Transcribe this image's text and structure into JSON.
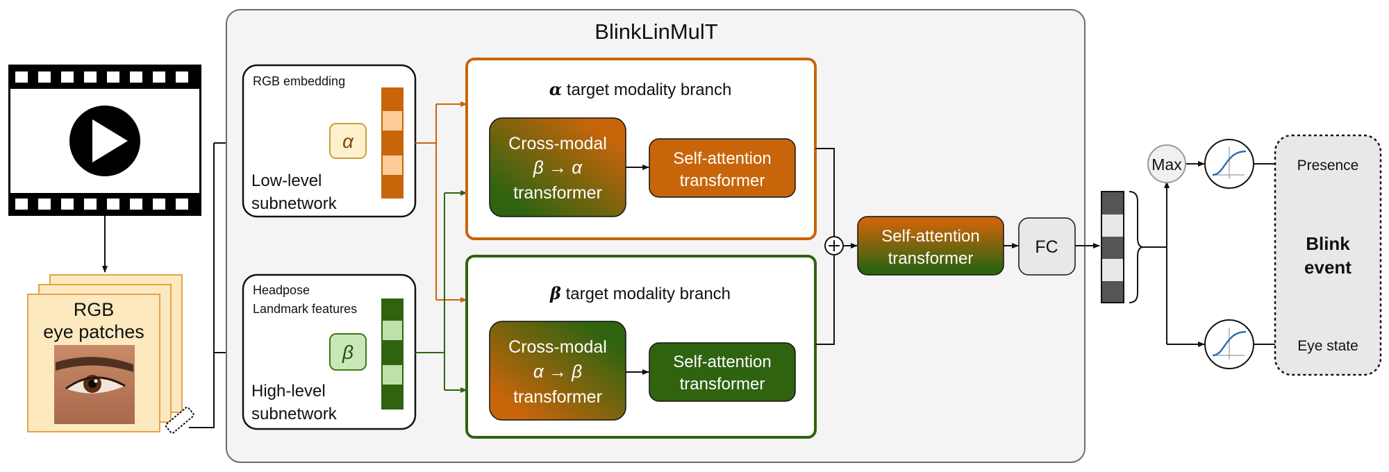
{
  "title": "BlinkLinMulT",
  "input": {
    "rgb_patches_label": [
      "RGB",
      "eye patches"
    ]
  },
  "low_level": {
    "caption": "RGB embedding",
    "symbol": "α",
    "subnetwork_label": [
      "Low-level",
      "subnetwork"
    ]
  },
  "high_level": {
    "caption": [
      "Headpose",
      "Landmark features"
    ],
    "symbol": "β",
    "subnetwork_label": [
      "High-level",
      "subnetwork"
    ]
  },
  "alpha_branch": {
    "symbol": "α",
    "title_rest": " target modality branch",
    "cross_modal": [
      "Cross-modal",
      "β → α",
      "transformer"
    ],
    "self_attention": [
      "Self-attention",
      "transformer"
    ]
  },
  "beta_branch": {
    "symbol": "β",
    "title_rest": " target modality branch",
    "cross_modal": [
      "Cross-modal",
      "α → β",
      "transformer"
    ],
    "self_attention": [
      "Self-attention",
      "transformer"
    ]
  },
  "fusion": {
    "plus_symbol": "+",
    "self_attention": [
      "Self-attention",
      "transformer"
    ],
    "fc": "FC"
  },
  "heads": {
    "max": "Max",
    "presence": "Presence",
    "eye_state": "Eye state",
    "blink_event": [
      "Blink",
      "event"
    ]
  },
  "colors": {
    "orange": "#c8650b",
    "green": "#2f6310",
    "panel_bg": "#f4f4f4",
    "patch_bg": "#fde9c0"
  }
}
